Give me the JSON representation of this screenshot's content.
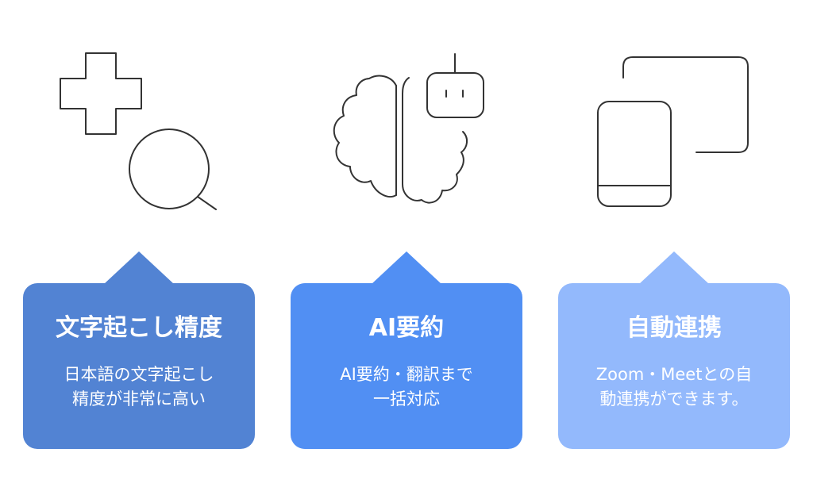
{
  "features": [
    {
      "icon": "plus-magnifier-icon",
      "title": "文字起こし精度",
      "desc_lines": [
        "日本語の文字起こし",
        "精度が非常に高い"
      ],
      "color": "#5283d3"
    },
    {
      "icon": "brain-robot-icon",
      "title": "AI要約",
      "desc_lines": [
        "AI要約・翻訳まで",
        "一括対応"
      ],
      "color": "#518ff3"
    },
    {
      "icon": "devices-icon",
      "title": "自動連携",
      "desc_lines": [
        "Zoom・Meetとの自",
        "動連携ができます。"
      ],
      "color": "#93b9fc"
    }
  ],
  "colors": {
    "icon_stroke": "#333333",
    "background": "#ffffff"
  }
}
